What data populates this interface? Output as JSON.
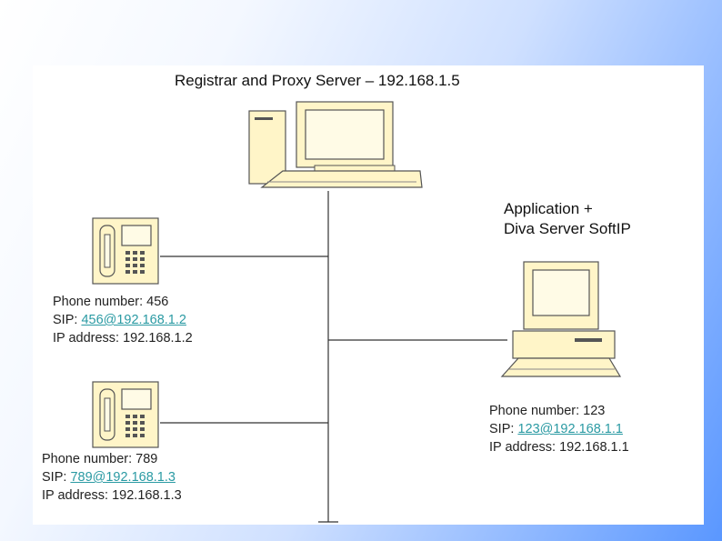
{
  "diagram": {
    "server": {
      "title": "Registrar and Proxy Server – 192.168.1.5"
    },
    "application": {
      "line1": "Application +",
      "line2": "Diva Server SoftIP"
    },
    "phone_456": {
      "phone_number_label": "Phone number: 456",
      "sip_prefix": "SIP: ",
      "sip_link": "456@192.168.1.2",
      "ip_label": "IP address: 192.168.1.2"
    },
    "phone_789": {
      "phone_number_label": "Phone number: 789",
      "sip_prefix": "SIP: ",
      "sip_link": "789@192.168.1.3",
      "ip_label": "IP address: 192.168.1.3"
    },
    "app_pc": {
      "phone_number_label": "Phone number: 123",
      "sip_prefix": "SIP: ",
      "sip_link": "123@192.168.1.1",
      "ip_label": "IP address: 192.168.1.1"
    }
  },
  "colors": {
    "device_fill": "#fff5c8",
    "device_stroke": "#555555",
    "line": "#333333",
    "link": "#2a9aa3"
  }
}
